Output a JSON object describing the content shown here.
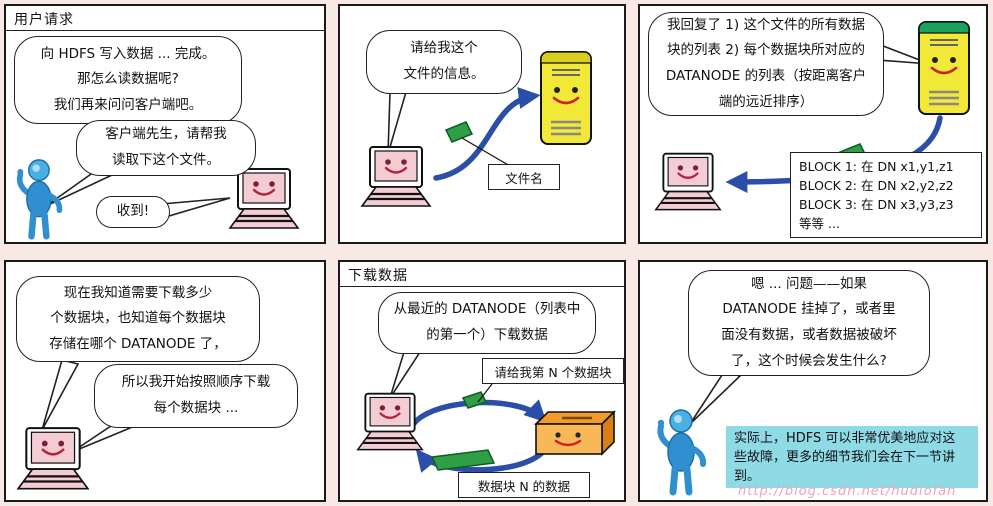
{
  "panels": {
    "p1": {
      "title": "用户请求",
      "bubble1": "向 HDFS 写入数据 ... 完成。\n那怎么读数据呢?\n我们再来问问客户端吧。",
      "bubble2": "客户端先生，请帮我\n读取下这个文件。",
      "bubble3": "收到!"
    },
    "p2": {
      "bubble": "请给我这个\n文件的信息。",
      "file_label": "文件名"
    },
    "p3": {
      "bubble": "我回复了 1) 这个文件的所有数据\n块的列表 2) 每个数据块所对应的\nDATANODE 的列表（按距离客户\n端的远近排序）",
      "blocks": [
        "BLOCK 1: 在 DN x1,y1,z1",
        "BLOCK 2: 在 DN x2,y2,z2",
        "BLOCK 3: 在 DN x3,y3,z3",
        "等等 ..."
      ]
    },
    "p4": {
      "bubble1": "现在我知道需要下载多少\n个数据块，也知道每个数据块\n存储在哪个 DATANODE 了，",
      "bubble2": "所以我开始按照顺序下载\n每个数据块 ..."
    },
    "p5": {
      "title": "下载数据",
      "bubble": "从最近的 DATANODE（列表中\n的第一个）下载数据",
      "request_label": "请给我第 N 个数据块",
      "data_label": "数据块 N 的数据"
    },
    "p6": {
      "bubble": "嗯 ... 问题——如果\nDATANODE 挂掉了，或者里\n面没有数据，或者数据被破坏\n了，这个时候会发生什么?",
      "note": "实际上，HDFS 可以非常优美地应对这\n些故障，更多的细节我们会在下一节讲\n到。",
      "watermark": "http://blog.csdn.net/hudiofan"
    }
  },
  "colors": {
    "arrow": "#2b4fa8",
    "packet": "#2f9e44",
    "note_bg": "#8edbe6",
    "server_body": "#f2e838",
    "server_cap_green": "#19a35e",
    "datanode": "#f8b858",
    "watermark": "#f2a0bd"
  }
}
